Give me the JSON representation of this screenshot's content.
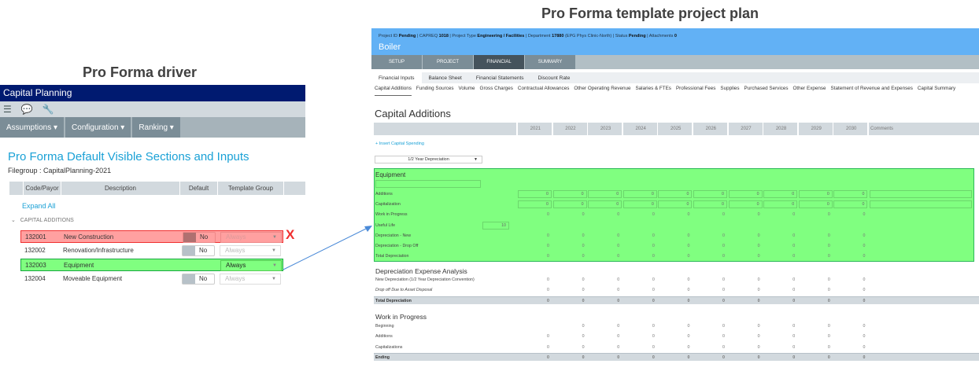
{
  "left": {
    "caption": "Pro Forma driver",
    "app_title": "Capital Planning",
    "nav": [
      "Assumptions ▾",
      "Configuration ▾",
      "Ranking ▾"
    ],
    "heading": "Pro Forma Default Visible Sections and Inputs",
    "filegroup": "Filegroup : CapitalPlanning-2021",
    "columns": [
      "Code/Payor",
      "Description",
      "Default",
      "Template Group"
    ],
    "expand_all": "Expand All",
    "section": "CAPITAL ADDITIONS",
    "rows": [
      {
        "code": "132001",
        "desc": "New Construction",
        "default": "No",
        "group": "Always",
        "highlight": "red"
      },
      {
        "code": "132002",
        "desc": "Renovation/Infrastructure",
        "default": "No",
        "group": "Always",
        "highlight": ""
      },
      {
        "code": "132003",
        "desc": "Equipment",
        "default": "",
        "group": "Always",
        "highlight": "green"
      },
      {
        "code": "132004",
        "desc": "Moveable Equipment",
        "default": "No",
        "group": "Always",
        "highlight": ""
      }
    ],
    "x_mark": "X"
  },
  "right": {
    "caption": "Pro Forma template project plan",
    "meta": {
      "pid_l": "Project ID",
      "pid": "Pending",
      "cap_l": "CAPREQ",
      "cap": "1018",
      "type_l": "Project Type",
      "type": "Engineering / Facilities",
      "dept_l": "Department",
      "dept": "17880",
      "dept_name": "(EPG Phys Clinic-North)",
      "status_l": "Status",
      "status": "Pending",
      "att_l": "Attachments",
      "att": "0"
    },
    "project": "Boiler",
    "tabs": [
      "SETUP",
      "PROJECT",
      "FINANCIAL",
      "SUMMARY"
    ],
    "subtabs": [
      "Financial Inputs",
      "Balance Sheet",
      "Financial Statements",
      "Discount Rate"
    ],
    "sections": [
      "Capital Additions",
      "Funding Sources",
      "Volume",
      "Gross Charges",
      "Contractual Allowances",
      "Other Operating Revenue",
      "Salaries & FTEs",
      "Professional Fees",
      "Supplies",
      "Purchased Services",
      "Other Expense",
      "Statement of Revenue and Expenses",
      "Capital Summary"
    ],
    "heading": "Capital Additions",
    "years": [
      "2021",
      "2022",
      "2023",
      "2024",
      "2025",
      "2026",
      "2027",
      "2028",
      "2029",
      "2030"
    ],
    "comments": "Comments",
    "insert": "+ Insert Capital Spending",
    "depr_select": "1/2 Year Depreciation",
    "equipment": {
      "title": "Equipment",
      "useful_life_label": "Useful Life",
      "useful_life": "10",
      "rows": [
        {
          "label": "Additions",
          "input": true
        },
        {
          "label": "Capitalization",
          "input": true
        },
        {
          "label": "Work in Progress"
        },
        {
          "label": "Useful Life",
          "skip": true
        },
        {
          "label": "Depreciation - New"
        },
        {
          "label": "Depreciation - Drop Off"
        },
        {
          "label": "Total Depreciation"
        }
      ]
    },
    "dea": {
      "title": "Depreciation Expense Analysis",
      "rows": [
        {
          "label": "New Depreciation (1/2 Year Depreciation Convention)"
        },
        {
          "label": "Drop off Due to Asset Disposal",
          "italic": true
        },
        {
          "label": "Total Depreciation",
          "total": true
        }
      ]
    },
    "wip": {
      "title": "Work in Progress",
      "rows": [
        {
          "label": "Beginning",
          "skipFirst": true
        },
        {
          "label": "Additions"
        },
        {
          "label": "Capitalizations"
        },
        {
          "label": "Ending",
          "total": true
        }
      ]
    },
    "value": "0"
  }
}
